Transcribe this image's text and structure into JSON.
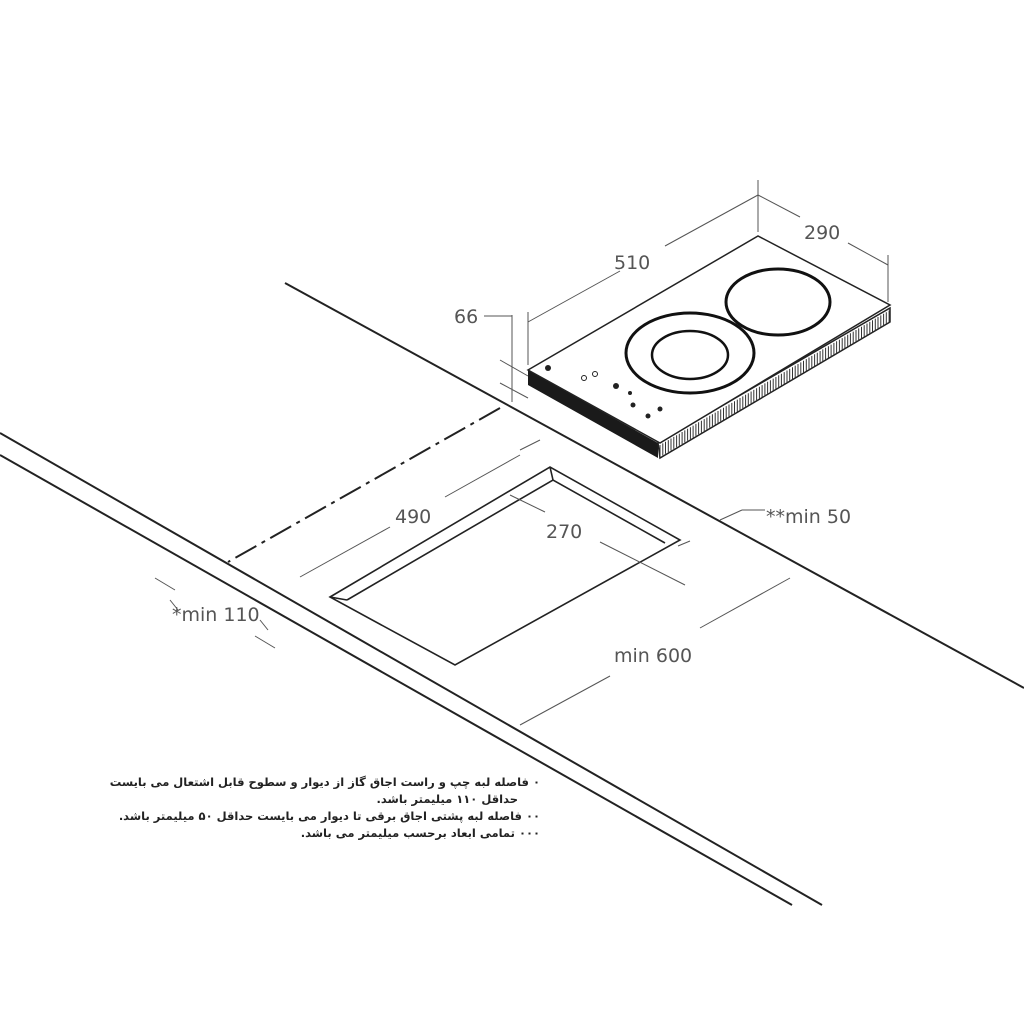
{
  "dimensions": {
    "hob_width": "510",
    "hob_depth": "290",
    "hob_height": "66",
    "cutout_width": "490",
    "cutout_depth": "270",
    "min_back": "**min 50",
    "min_side": "*min 110",
    "min_counter_depth": "min 600"
  },
  "notes": [
    "٠ فاصله لبه چپ و راست اجاق گاز از دیوار و سطوح قابل اشتعال می بایست",
    "حداقل ۱۱۰ میلیمتر باشد.",
    "٠٠ فاصله لبه پشتی اجاق برقی تا دیوار می بایست حداقل ۵۰ میلیمتر باشد.",
    "٠٠٠ تمامی ابعاد برحسب میلیمتر می باشد."
  ]
}
